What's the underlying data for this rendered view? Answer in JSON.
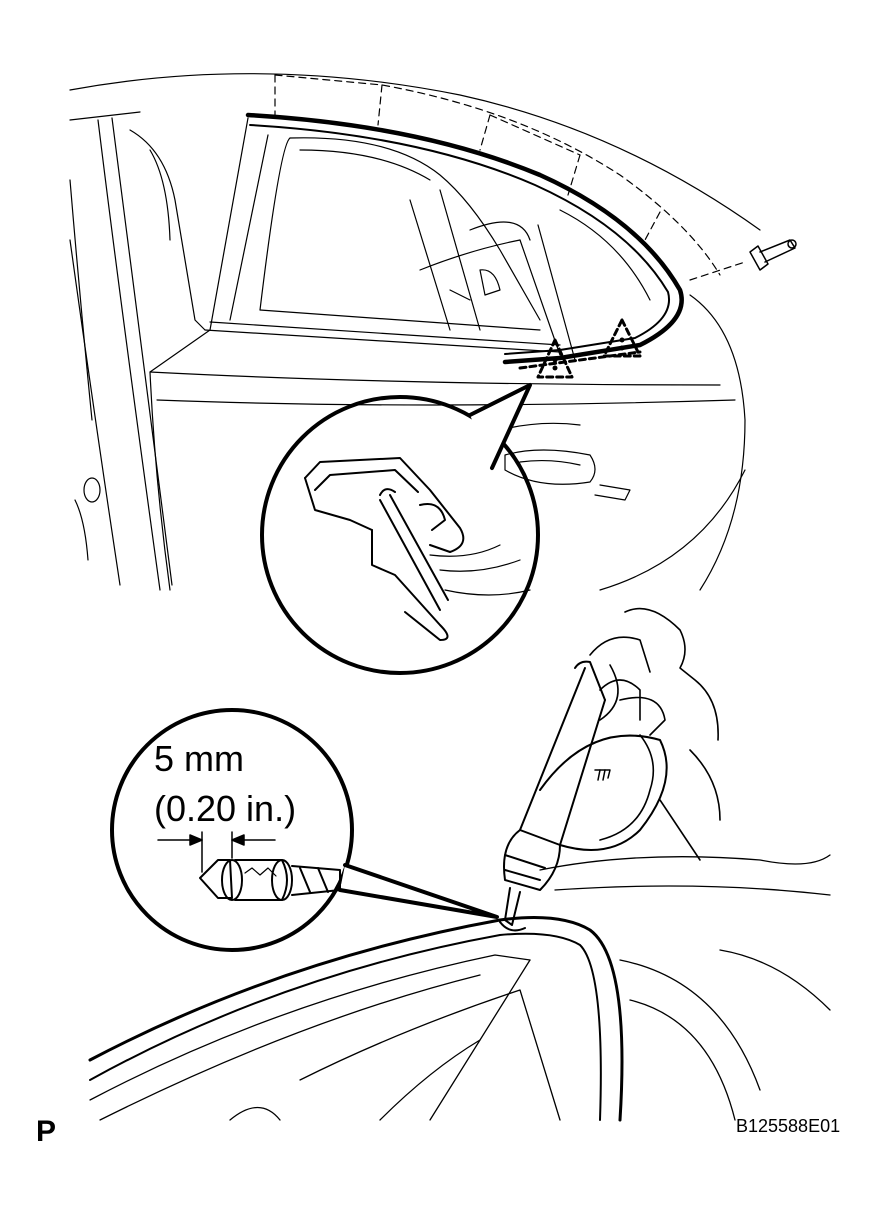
{
  "dimension": {
    "value": "5 mm",
    "inch": "(0.20 in.)"
  },
  "corner_letter": "P",
  "figure_code": "B125588E01",
  "colors": {
    "line": "#000000",
    "background": "#ffffff"
  },
  "icons": [
    "clip-icon",
    "drill-icon",
    "drill-bit-icon",
    "hand-icon"
  ]
}
